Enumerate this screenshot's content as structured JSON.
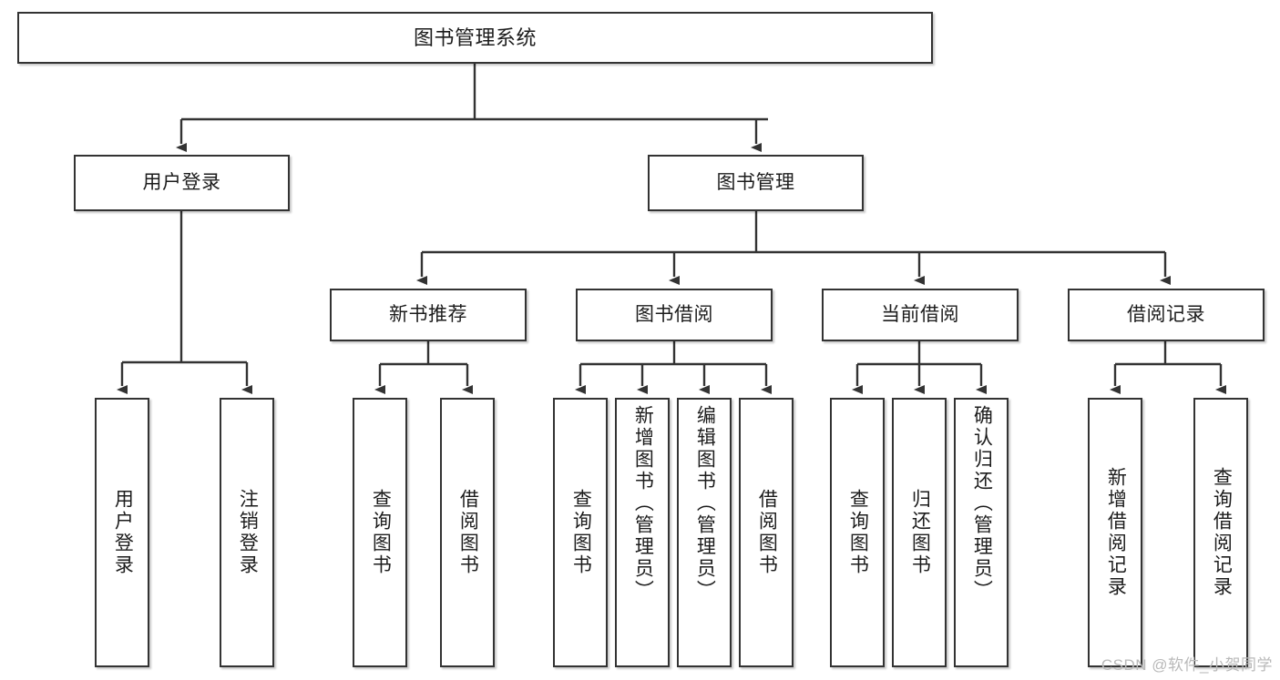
{
  "diagram": {
    "title": "图书管理系统",
    "type": "tree-hierarchy-chart",
    "background_color": "#ffffff",
    "box_border_color": "#333333",
    "box_fill_color": "#ffffff",
    "text_color": "#1c1c1c"
  },
  "nodes": {
    "root": {
      "label": "图书管理系统"
    },
    "level2": [
      {
        "label": "用户登录"
      },
      {
        "label": "图书管理"
      }
    ],
    "level3": [
      {
        "label": "新书推荐"
      },
      {
        "label": "图书借阅"
      },
      {
        "label": "当前借阅"
      },
      {
        "label": "借阅记录"
      }
    ],
    "leaves": {
      "user_login": [
        {
          "label": "用户登录"
        },
        {
          "label": "注销登录"
        }
      ],
      "new_book_recommend": [
        {
          "label": "查询图书"
        },
        {
          "label": "借阅图书"
        }
      ],
      "book_borrow": [
        {
          "label": "查询图书"
        },
        {
          "label": "新增图书（管理员）"
        },
        {
          "label": "编辑图书（管理员）"
        },
        {
          "label": "借阅图书"
        }
      ],
      "current_borrow": [
        {
          "label": "查询图书"
        },
        {
          "label": "归还图书"
        },
        {
          "label": "确认归还（管理员）"
        }
      ],
      "borrow_record": [
        {
          "label": "新增借阅记录"
        },
        {
          "label": "查询借阅记录"
        }
      ]
    }
  },
  "watermark": {
    "text": "CSDN @软件_小贺同学"
  }
}
